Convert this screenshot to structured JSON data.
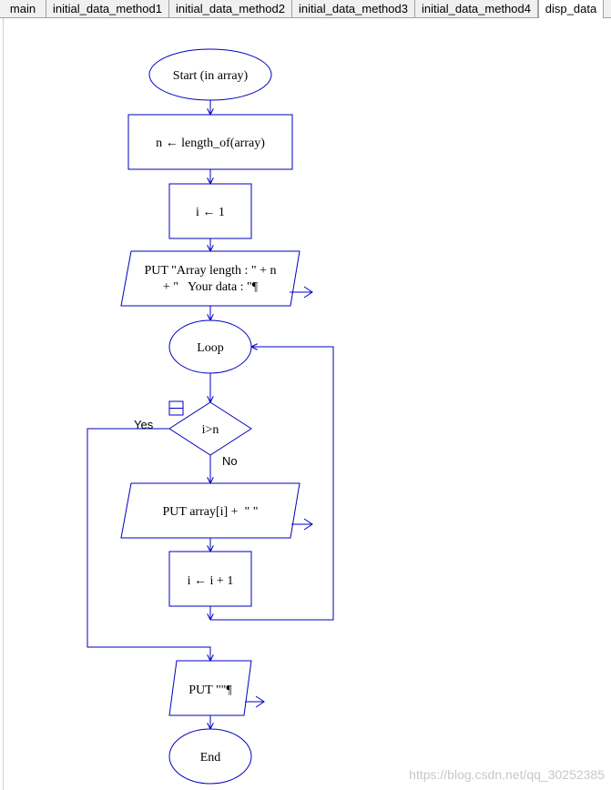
{
  "tabs": [
    {
      "label": "main"
    },
    {
      "label": "initial_data_method1"
    },
    {
      "label": "initial_data_method2"
    },
    {
      "label": "initial_data_method3"
    },
    {
      "label": "initial_data_method4"
    },
    {
      "label": "disp_data",
      "active": true
    }
  ],
  "flow": {
    "start": "Start (in array)",
    "assign_n": "n ← length_of(array)",
    "assign_i": "i ← 1",
    "output1_line1": "PUT \"Array length : \" + n",
    "output1_line2": "+ \"   Your data : \"¶",
    "loop": "Loop",
    "decision": "i>n",
    "yes_label": "Yes",
    "no_label": "No",
    "output2": "PUT array[i] +  \" \"",
    "increment": "i ← i + 1",
    "output3": "PUT \"\"¶",
    "end": "End"
  },
  "colors": {
    "stroke": "#0000c0"
  },
  "watermark": "https://blog.csdn.net/qq_30252385"
}
